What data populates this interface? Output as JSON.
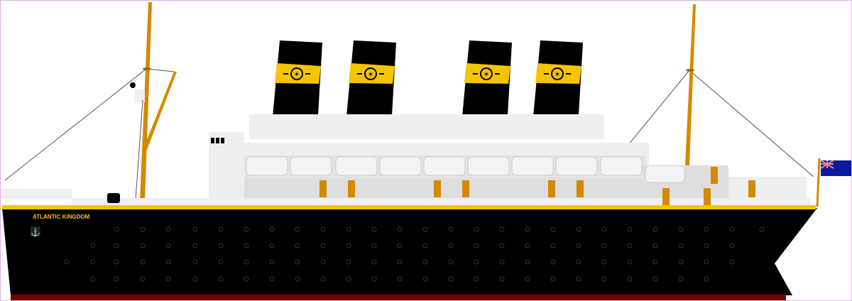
{
  "ship": {
    "name": "ATLANTIC KINGDOM",
    "funnel_count": 4,
    "colors": {
      "hull": "#000000",
      "boot_topping": "#7a0000",
      "sheer_stripe": "#f5c400",
      "superstructure": "#efefef",
      "superstructure_shade": "#dedede",
      "funnel_band": "#f5c400",
      "mast": "#d48a00",
      "door": "#d48a00",
      "flag": "#0a1a9c",
      "name_text": "#f5c400",
      "frame": "#d9b3dc"
    },
    "flag": "blue-ensign"
  }
}
